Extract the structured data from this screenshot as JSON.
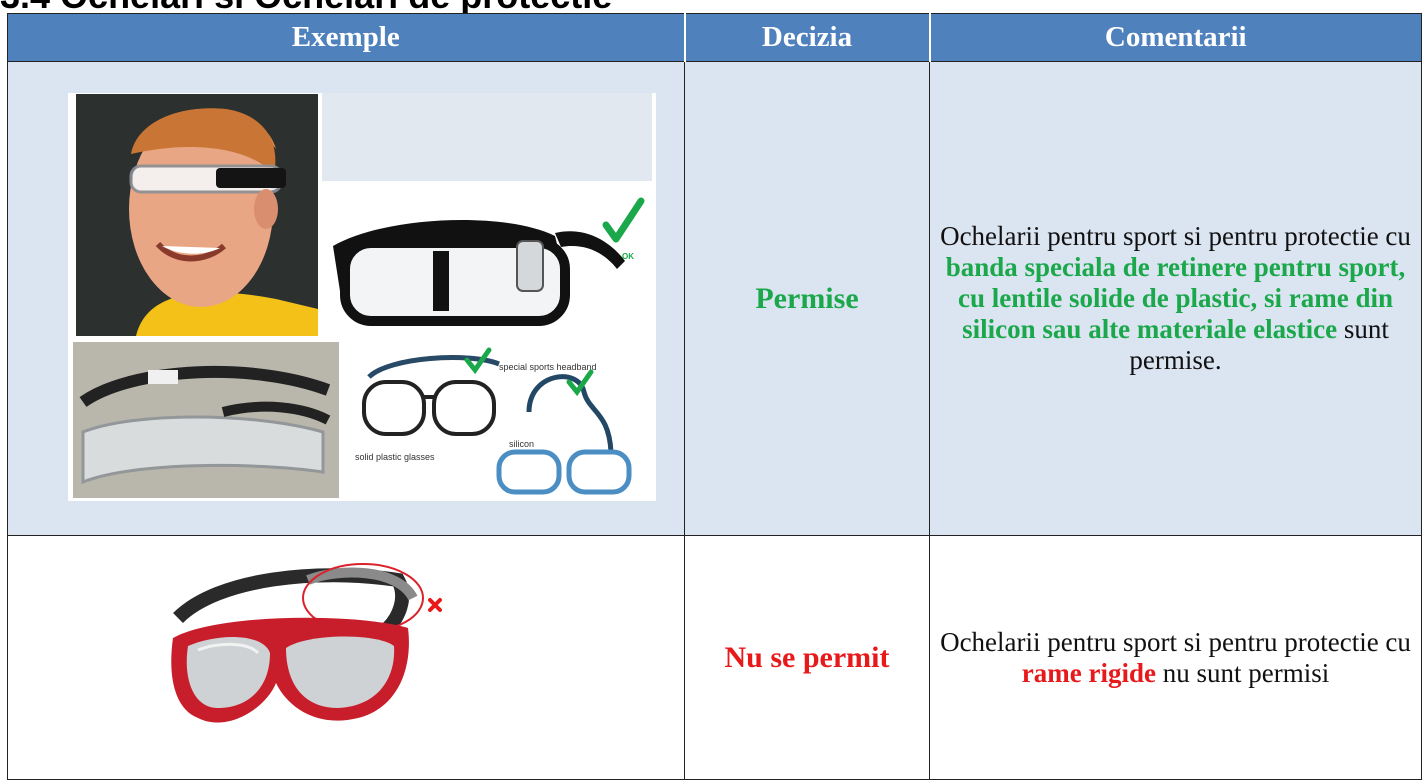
{
  "page": {
    "heading_fragment": "3.4  Ochelari si Ochelari de protectie"
  },
  "table": {
    "headers": [
      "Exemple",
      "Decizia",
      "Comentarii"
    ],
    "rows": [
      {
        "decision": "Permise",
        "comment": {
          "lead": "Ochelarii pentru sport si pentru protectie cu ",
          "highlight": "banda speciala de retinere pentru sport, cu lentile solide de plastic, si rame din silicon sau alte materiale elastice",
          "tail": " sunt permise."
        },
        "image_labels": {
          "ok": "OK",
          "headband": "special sports headband",
          "glasses": "solid plastic glasses",
          "silicon": "silicon"
        }
      },
      {
        "decision": "Nu se permit",
        "comment": {
          "lead": "Ochelarii pentru sport si pentru protectie cu ",
          "highlight": "rame rigide",
          "tail": " nu sunt permisi"
        }
      }
    ]
  },
  "colors": {
    "header_bg": "#4f81bd",
    "row_alt_bg": "#dbe4f1",
    "allowed": "#1aa84b",
    "denied": "#e8191b"
  },
  "icons": [
    "checkmark-icon",
    "cross-icon"
  ]
}
